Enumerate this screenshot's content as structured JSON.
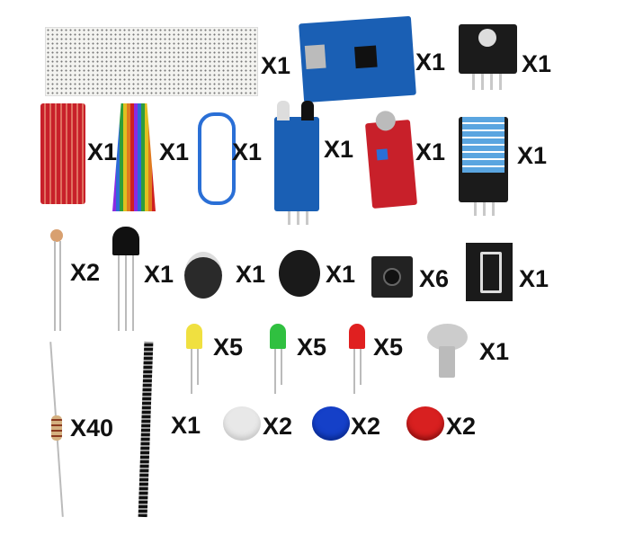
{
  "items": [
    {
      "component": "breadboard",
      "qty": "X1"
    },
    {
      "component": "uno-board",
      "qty": "X1"
    },
    {
      "component": "rgb-led-module",
      "qty": "X1"
    },
    {
      "component": "water-level-sensor",
      "qty": "X1"
    },
    {
      "component": "jumper-wires",
      "qty": "X1"
    },
    {
      "component": "usb-cable",
      "qty": "X1"
    },
    {
      "component": "ir-obstacle-sensor",
      "qty": "X1"
    },
    {
      "component": "sound-sensor",
      "qty": "X1"
    },
    {
      "component": "dht11-sensor",
      "qty": "X1"
    },
    {
      "component": "photoresistor",
      "qty": "X2"
    },
    {
      "component": "transistor",
      "qty": "X1"
    },
    {
      "component": "active-buzzer",
      "qty": "X1"
    },
    {
      "component": "passive-buzzer",
      "qty": "X1"
    },
    {
      "component": "tactile-button",
      "qty": "X6"
    },
    {
      "component": "seven-segment-display",
      "qty": "X1"
    },
    {
      "component": "yellow-led",
      "qty": "X5"
    },
    {
      "component": "green-led",
      "qty": "X5"
    },
    {
      "component": "red-led",
      "qty": "X5"
    },
    {
      "component": "potentiometer",
      "qty": "X1"
    },
    {
      "component": "resistor",
      "qty": "X40"
    },
    {
      "component": "pin-header",
      "qty": "X1"
    },
    {
      "component": "white-button-cap",
      "qty": "X2"
    },
    {
      "component": "blue-button-cap",
      "qty": "X2"
    },
    {
      "component": "red-button-cap",
      "qty": "X2"
    }
  ],
  "colors": {
    "blue_pcb": "#1a5fb4",
    "red_pcb": "#c8202a",
    "black_pcb": "#1b1b1b"
  }
}
